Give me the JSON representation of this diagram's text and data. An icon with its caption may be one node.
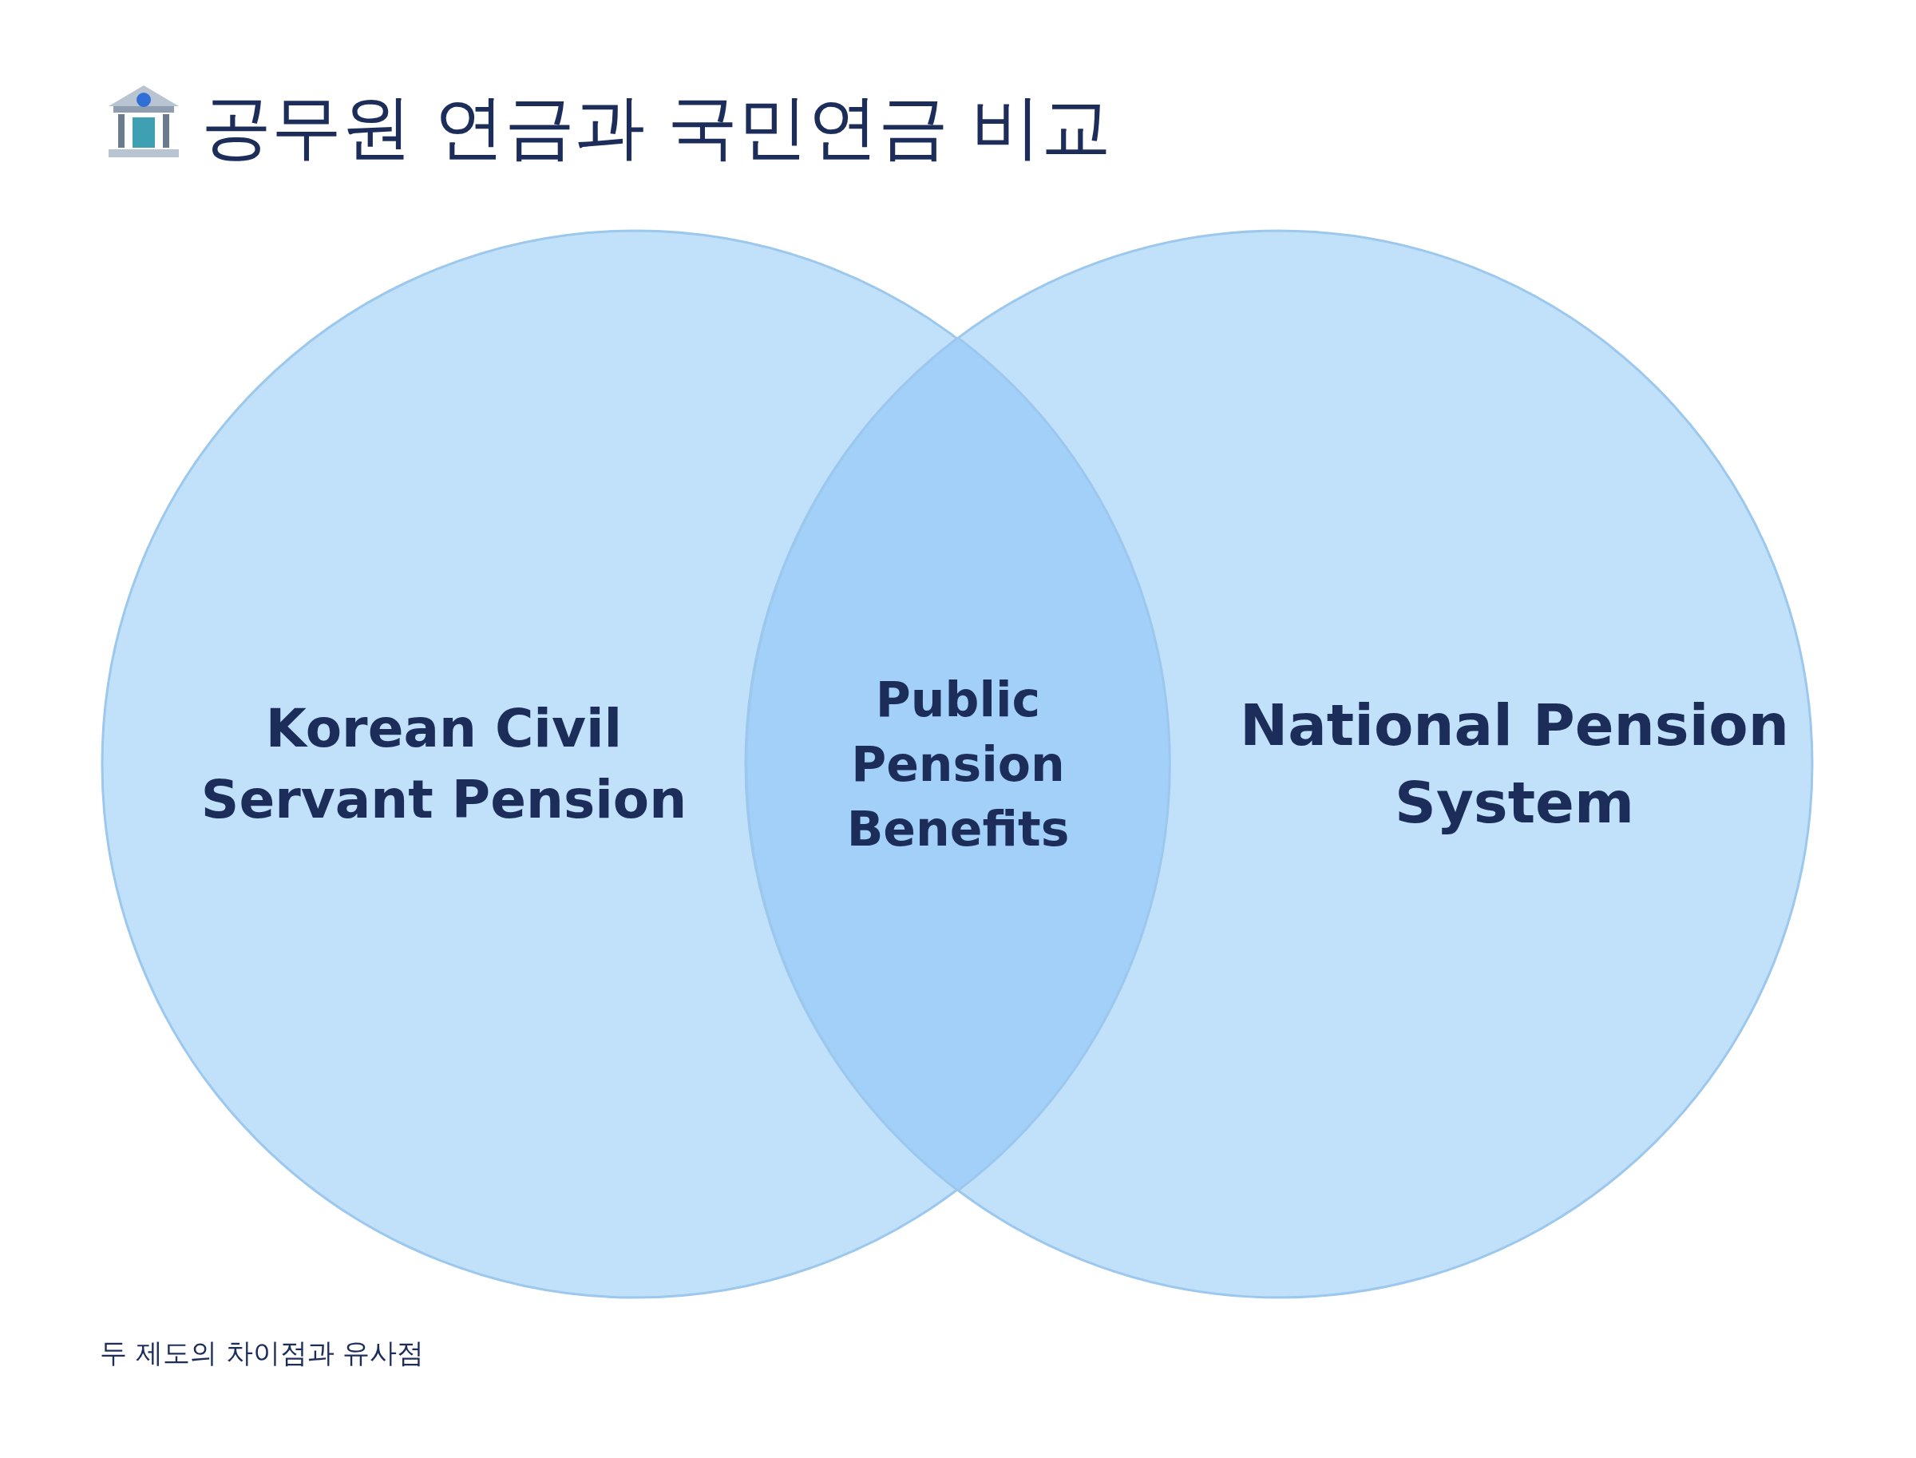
{
  "diagram": {
    "title": "공무원 연금과 국민연금 비교",
    "caption": "두 제도의 차이점과 유사점",
    "nodes": [
      {
        "text": [
          "Korean Civil Servant Pension"
        ]
      },
      {
        "text": [
          "National Pension System"
        ]
      },
      {
        "text": [
          "Public Pension Benefits"
        ]
      }
    ]
  }
}
